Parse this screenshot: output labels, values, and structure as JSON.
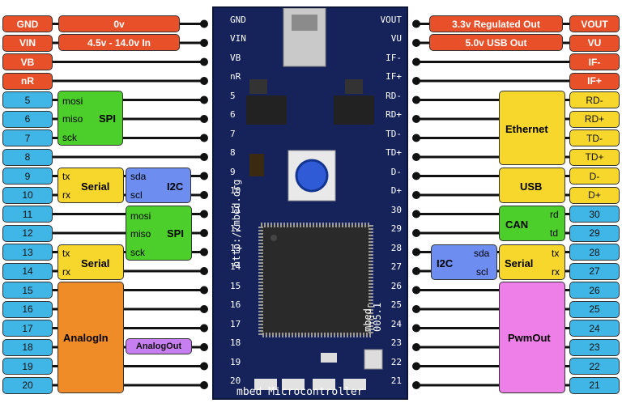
{
  "left_pins": [
    {
      "label": "GND",
      "color": "red"
    },
    {
      "label": "VIN",
      "color": "red"
    },
    {
      "label": "VB",
      "color": "red"
    },
    {
      "label": "nR",
      "color": "red"
    },
    {
      "label": "5",
      "color": "blue"
    },
    {
      "label": "6",
      "color": "blue"
    },
    {
      "label": "7",
      "color": "blue"
    },
    {
      "label": "8",
      "color": "blue"
    },
    {
      "label": "9",
      "color": "blue"
    },
    {
      "label": "10",
      "color": "blue"
    },
    {
      "label": "11",
      "color": "blue"
    },
    {
      "label": "12",
      "color": "blue"
    },
    {
      "label": "13",
      "color": "blue"
    },
    {
      "label": "14",
      "color": "blue"
    },
    {
      "label": "15",
      "color": "blue"
    },
    {
      "label": "16",
      "color": "blue"
    },
    {
      "label": "17",
      "color": "blue"
    },
    {
      "label": "18",
      "color": "blue"
    },
    {
      "label": "19",
      "color": "blue"
    },
    {
      "label": "20",
      "color": "blue"
    }
  ],
  "right_pins": [
    {
      "label": "VOUT",
      "color": "red"
    },
    {
      "label": "VU",
      "color": "red"
    },
    {
      "label": "IF-",
      "color": "red"
    },
    {
      "label": "IF+",
      "color": "red"
    },
    {
      "label": "RD-",
      "color": "yellow"
    },
    {
      "label": "RD+",
      "color": "yellow"
    },
    {
      "label": "TD-",
      "color": "yellow"
    },
    {
      "label": "TD+",
      "color": "yellow"
    },
    {
      "label": "D-",
      "color": "yellow"
    },
    {
      "label": "D+",
      "color": "yellow"
    },
    {
      "label": "30",
      "color": "blue"
    },
    {
      "label": "29",
      "color": "blue"
    },
    {
      "label": "28",
      "color": "blue"
    },
    {
      "label": "27",
      "color": "blue"
    },
    {
      "label": "26",
      "color": "blue"
    },
    {
      "label": "25",
      "color": "blue"
    },
    {
      "label": "24",
      "color": "blue"
    },
    {
      "label": "23",
      "color": "blue"
    },
    {
      "label": "22",
      "color": "blue"
    },
    {
      "label": "21",
      "color": "blue"
    }
  ],
  "power": {
    "gnd_desc": "0v",
    "vin_desc": "4.5v - 14.0v In",
    "vout_desc": "3.3v Regulated Out",
    "vu_desc": "5.0v USB Out"
  },
  "groups": {
    "spi1": {
      "mosi": "mosi",
      "miso": "miso",
      "sck": "sck",
      "name": "SPI"
    },
    "serial1": {
      "tx": "tx",
      "rx": "rx",
      "name": "Serial"
    },
    "i2c1": {
      "sda": "sda",
      "scl": "scl",
      "name": "I2C"
    },
    "spi2": {
      "mosi": "mosi",
      "miso": "miso",
      "sck": "sck",
      "name": "SPI"
    },
    "serial2": {
      "tx": "tx",
      "rx": "rx",
      "name": "Serial"
    },
    "analogin": {
      "name": "AnalogIn"
    },
    "analogout": {
      "name": "AnalogOut"
    },
    "ethernet": {
      "name": "Ethernet"
    },
    "usb": {
      "name": "USB"
    },
    "can": {
      "name": "CAN",
      "rd": "rd",
      "td": "td"
    },
    "serial3": {
      "tx": "tx",
      "rx": "rx",
      "name": "Serial"
    },
    "i2c2": {
      "sda": "sda",
      "scl": "scl",
      "name": "I2C"
    },
    "pwmout": {
      "name": "PwmOut"
    }
  },
  "board": {
    "left_labels": [
      "GND",
      "VIN",
      "VB",
      "nR"
    ],
    "right_labels": [
      "VOUT",
      "VU",
      "IF-",
      "IF+",
      "RD-",
      "RD+",
      "TD-",
      "TD+",
      "D-",
      "D+"
    ],
    "left_nums": [
      "5",
      "6",
      "7",
      "8",
      "9",
      "10",
      "11",
      "12",
      "13",
      "14",
      "15",
      "16",
      "17",
      "18",
      "19",
      "20"
    ],
    "right_nums": [
      "30",
      "29",
      "28",
      "27",
      "26",
      "25",
      "24",
      "23",
      "22",
      "21"
    ],
    "vertical_text": "http://mbed.org",
    "bottom_text": "mbed Microcontroller",
    "side_text": "mbed-005.1"
  },
  "colors": {
    "red": "#e8502a",
    "blue": "#40b6e6",
    "yellow": "#f7d72c",
    "board": "#15235a"
  }
}
